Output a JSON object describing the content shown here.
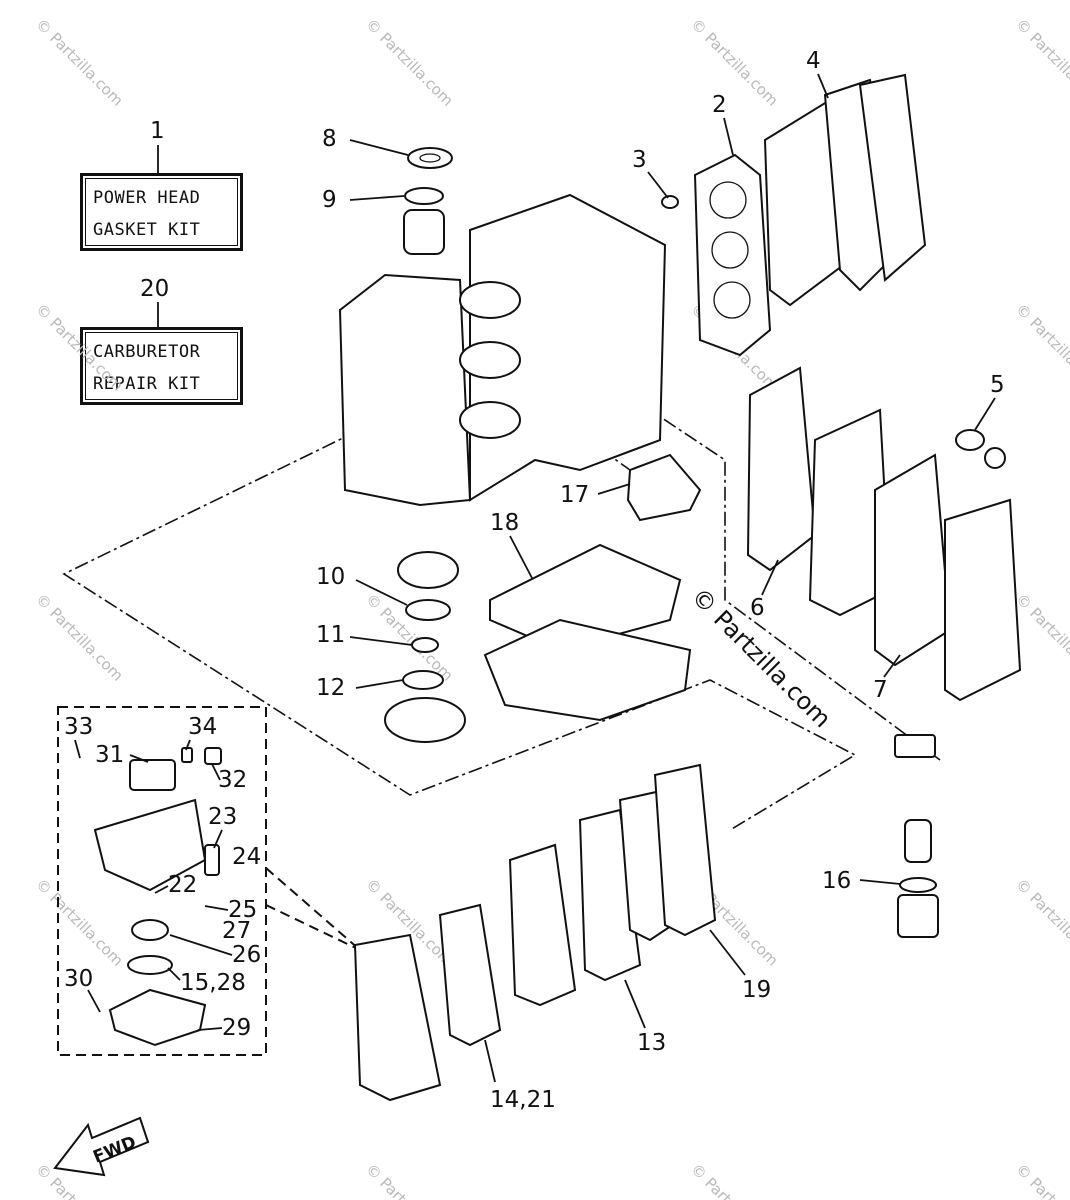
{
  "kits": {
    "power_head": {
      "number": "1",
      "line1": "POWER HEAD",
      "line2": "GASKET KIT"
    },
    "carburetor": {
      "number": "20",
      "line1": "CARBURETOR",
      "line2": "REPAIR KIT"
    }
  },
  "callouts": [
    "2",
    "3",
    "4",
    "5",
    "6",
    "7",
    "8",
    "9",
    "10",
    "11",
    "12",
    "13",
    "14,21",
    "15,28",
    "16",
    "17",
    "18",
    "19",
    "22",
    "23",
    "24",
    "25",
    "26",
    "27",
    "29",
    "30",
    "31",
    "32",
    "33",
    "34"
  ],
  "watermark": {
    "large": "© Partzilla.com",
    "small": "© Partzilla.com"
  },
  "fwd_label": "FWD"
}
